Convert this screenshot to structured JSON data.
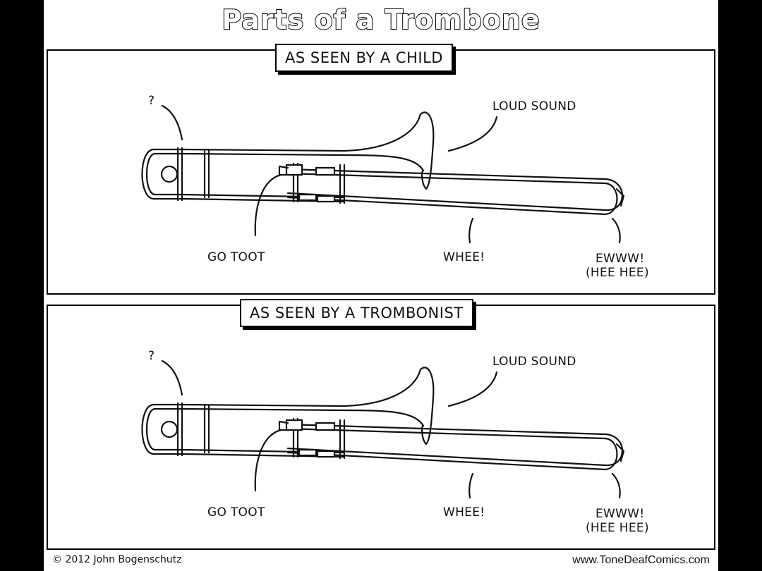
{
  "title": "Parts of a Trombone",
  "panels": [
    {
      "caption": "AS SEEN BY A CHILD",
      "labels": {
        "question": "?",
        "loud_sound": "LOUD SOUND",
        "go_toot": "GO TOOT",
        "whee": "WHEE!",
        "ewww": "EWWW!",
        "hee_hee": "(HEE HEE)"
      }
    },
    {
      "caption": "AS SEEN BY A TROMBONIST",
      "labels": {
        "question": "?",
        "loud_sound": "LOUD SOUND",
        "go_toot": "GO TOOT",
        "whee": "WHEE!",
        "ewww": "EWWW!",
        "hee_hee": "(HEE HEE)"
      }
    }
  ],
  "footer": {
    "copyright": "© 2012 John Bogenschutz",
    "website": "www.ToneDeafComics.com"
  }
}
